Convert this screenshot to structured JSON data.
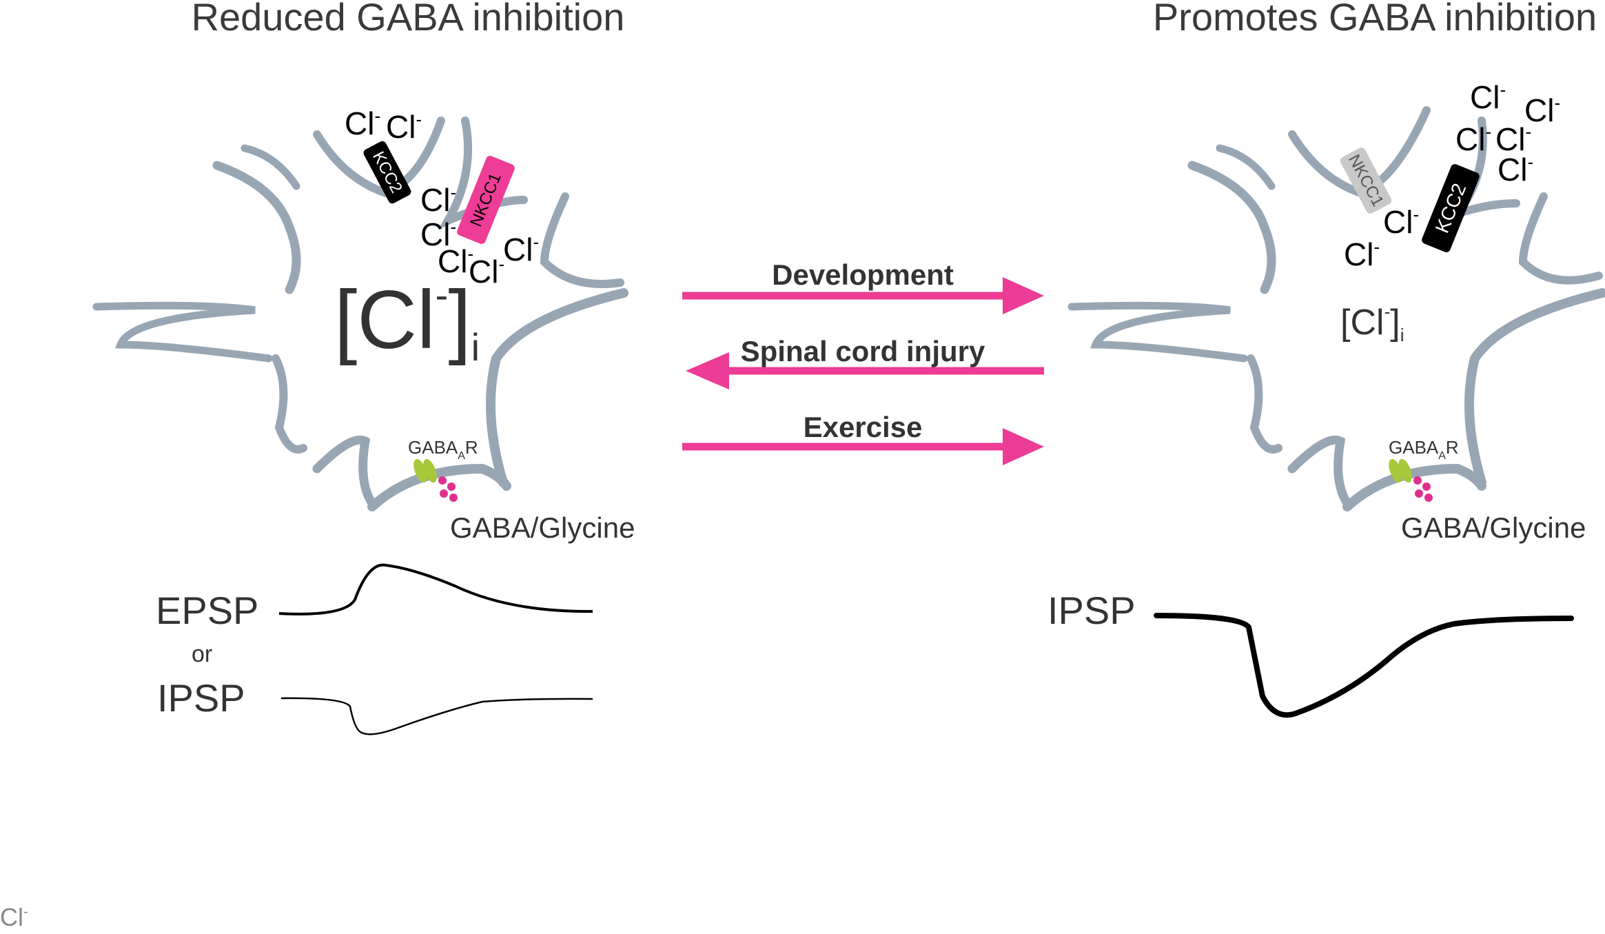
{
  "left_panel": {
    "title": "Reduced GABA inhibition",
    "transporter_kcc2": "KCC2",
    "transporter_nkcc1": "NKCC1",
    "chloride_labels": [
      "Cl",
      "Cl",
      "Cl",
      "Cl",
      "Cl",
      "Cl",
      "Cl"
    ],
    "chloride_superscript": "-",
    "concentration_symbol": "[Cl",
    "concentration_close": "]",
    "concentration_superscript": "-",
    "concentration_subscript": "i",
    "receptor_label": "GABA",
    "receptor_subscript": "A",
    "receptor_suffix": "R",
    "transmitter_label": "GABA/Glycine",
    "trace_label_1": "EPSP",
    "trace_connector": "or",
    "trace_label_2": "IPSP"
  },
  "arrows": {
    "development": "Development",
    "spinal_cord_injury": "Spinal cord injury",
    "exercise": "Exercise"
  },
  "right_panel": {
    "title": "Promotes GABA inhibition",
    "transporter_kcc2": "KCC2",
    "transporter_nkcc1": "NKCC1",
    "chloride_labels": [
      "Cl",
      "Cl",
      "Cl",
      "Cl",
      "Cl",
      "Cl",
      "Cl"
    ],
    "chloride_superscript": "-",
    "concentration_symbol": "[Cl",
    "concentration_close": "]",
    "concentration_superscript": "-",
    "concentration_subscript": "i",
    "receptor_label": "GABA",
    "receptor_subscript": "A",
    "receptor_suffix": "R",
    "transmitter_label": "GABA/Glycine",
    "trace_label": "IPSP"
  },
  "footnote": {
    "symbol": "Cl",
    "superscript": "-"
  },
  "colors": {
    "membrane": "#98a6b4",
    "arrow": "#ec3c96",
    "nkcc1_active": "#ee3d96",
    "nkcc1_inactive": "#c8c8c8",
    "kcc2": "#000000",
    "receptor": "#a6c93a",
    "vesicle": "#e0308f"
  }
}
